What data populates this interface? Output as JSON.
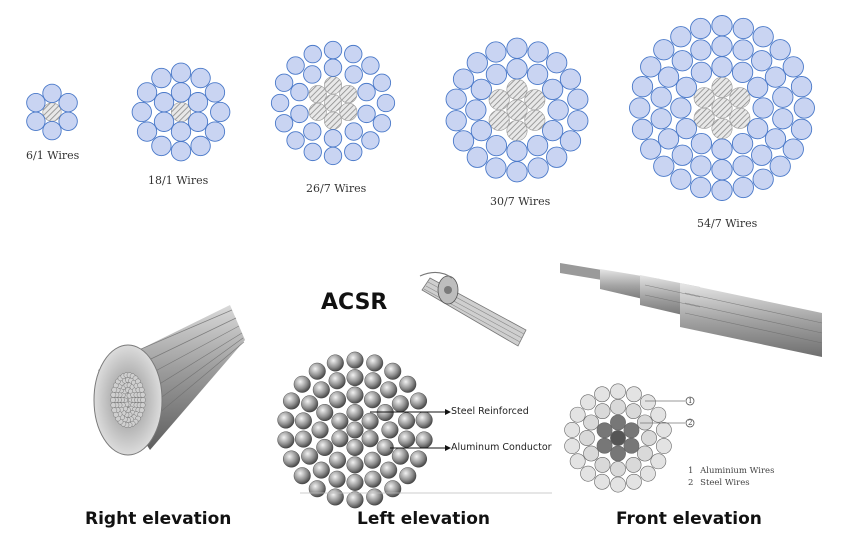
{
  "top_row": {
    "labels": [
      "6/1 Wires",
      "18/1 Wires",
      "26/7 Wires",
      "30/7 Wires",
      "54/7 Wires"
    ]
  },
  "bottom_row": {
    "acsr_title": "ACSR",
    "callouts": {
      "steel": "Steel Reinforced",
      "aluminum": "Aluminum Conductor"
    },
    "legend": {
      "marker_1": "1",
      "marker_2": "2",
      "item_1": "Aluminium Wires",
      "item_2": "Steel Wires"
    },
    "captions": [
      "Right elevation",
      "Left elevation",
      "Front elevation"
    ]
  },
  "colors": {
    "aluminum_fill": "#c9d4f2",
    "aluminum_stroke": "#4a79c9",
    "steel_hatch": "#9a9a9a"
  }
}
